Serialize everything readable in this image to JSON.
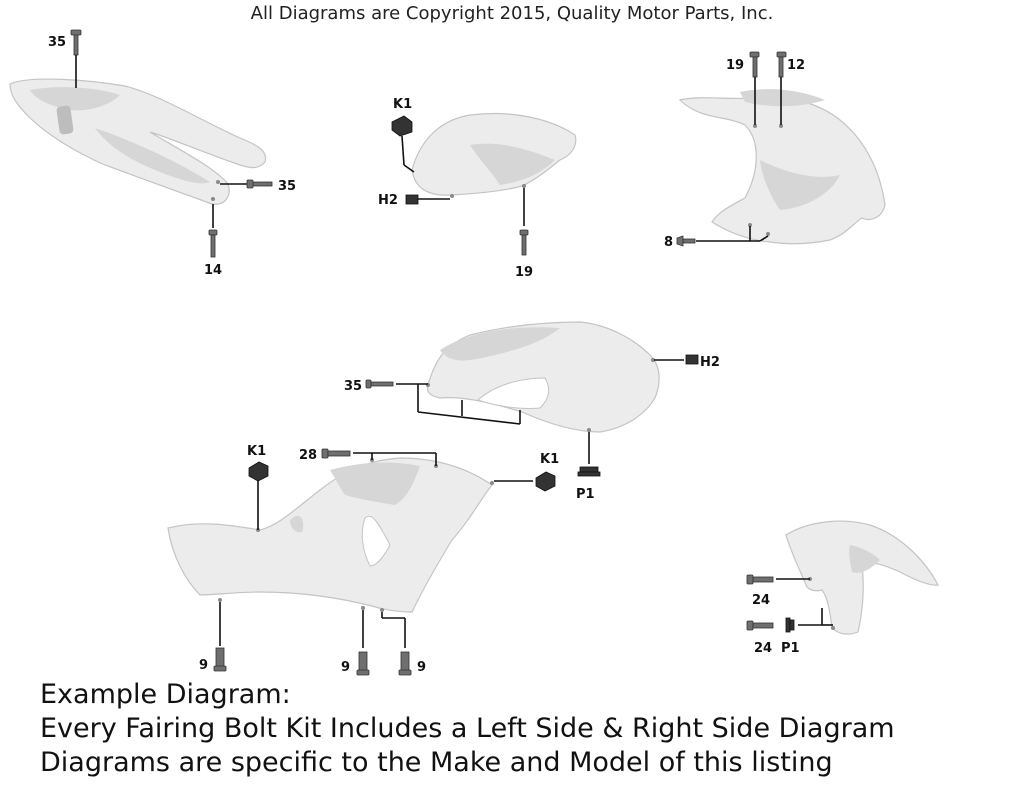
{
  "header": {
    "copyright": "All Diagrams are Copyright 2015, Quality Motor Parts, Inc."
  },
  "captions": {
    "line1": "Example Diagram:",
    "line2": "Every Fairing Bolt Kit Includes a Left Side & Right Side Diagram",
    "line3": "Diagrams are specific to the Make and Model of this listing"
  },
  "labels": {
    "tail_top_bolt": "35",
    "tail_side_bolt": "35",
    "tail_bottom_bolt": "14",
    "tank_clip": "K1",
    "tank_nut": "H2",
    "tank_bolt": "19",
    "nose_left_bolt": "19",
    "nose_right_bolt": "12",
    "nose_bottom_screw": "8",
    "mid_left_bolt": "35",
    "mid_right_nut": "H2",
    "mid_bottom_grommet": "P1",
    "lower_top_bolt": "28",
    "lower_left_clip": "K1",
    "lower_right_clip": "K1",
    "lower_left_bolt": "9",
    "lower_mid_bolt": "9",
    "lower_right_bolt": "9",
    "fender_top_bolt": "24",
    "fender_bottom_bolt": "24",
    "fender_grommet": "P1"
  },
  "colors": {
    "part_fill": "#ececec",
    "part_outline": "#c4c4c4",
    "leader_line": "#111111",
    "hardware": "#6f6f6f"
  }
}
